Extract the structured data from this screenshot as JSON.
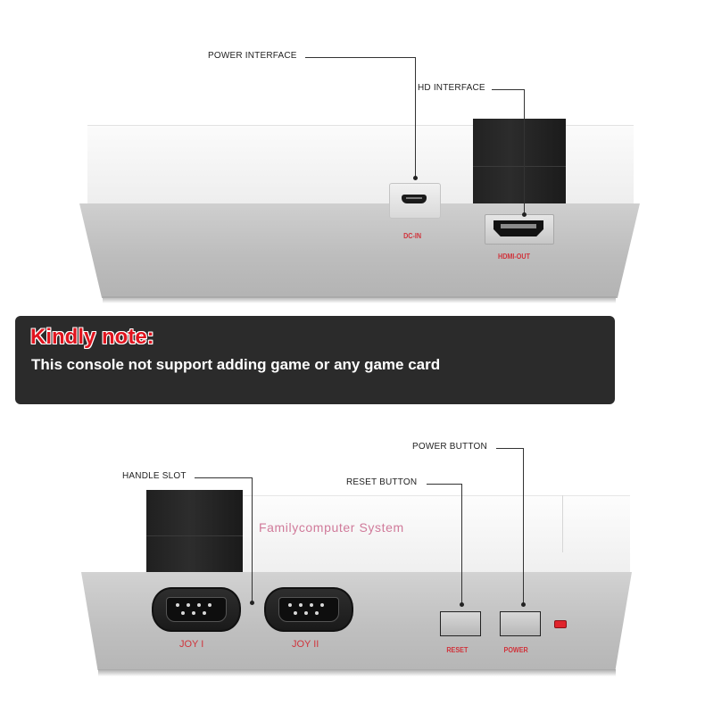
{
  "callouts": {
    "power_interface": "POWER INTERFACE",
    "hd_interface": "HD INTERFACE",
    "handle_slot": "HANDLE SLOT",
    "reset_button": "RESET BUTTON",
    "power_button": "POWER BUTTON"
  },
  "rear_ports": {
    "dc_in": "DC-IN",
    "hdmi_out": "HDMI-OUT"
  },
  "note": {
    "title": "Kindly note:",
    "text": "This console not support adding game or any game card"
  },
  "front_panel": {
    "brand": "Familycomputer  System",
    "joy1": "JOY I",
    "joy2": "JOY II",
    "reset": "RESET",
    "power": "POWER"
  },
  "colors": {
    "label_red": "#d0323a",
    "note_red": "#e0141e",
    "banner_bg": "#2b2b2b",
    "brand_pink": "#d07a9a"
  }
}
